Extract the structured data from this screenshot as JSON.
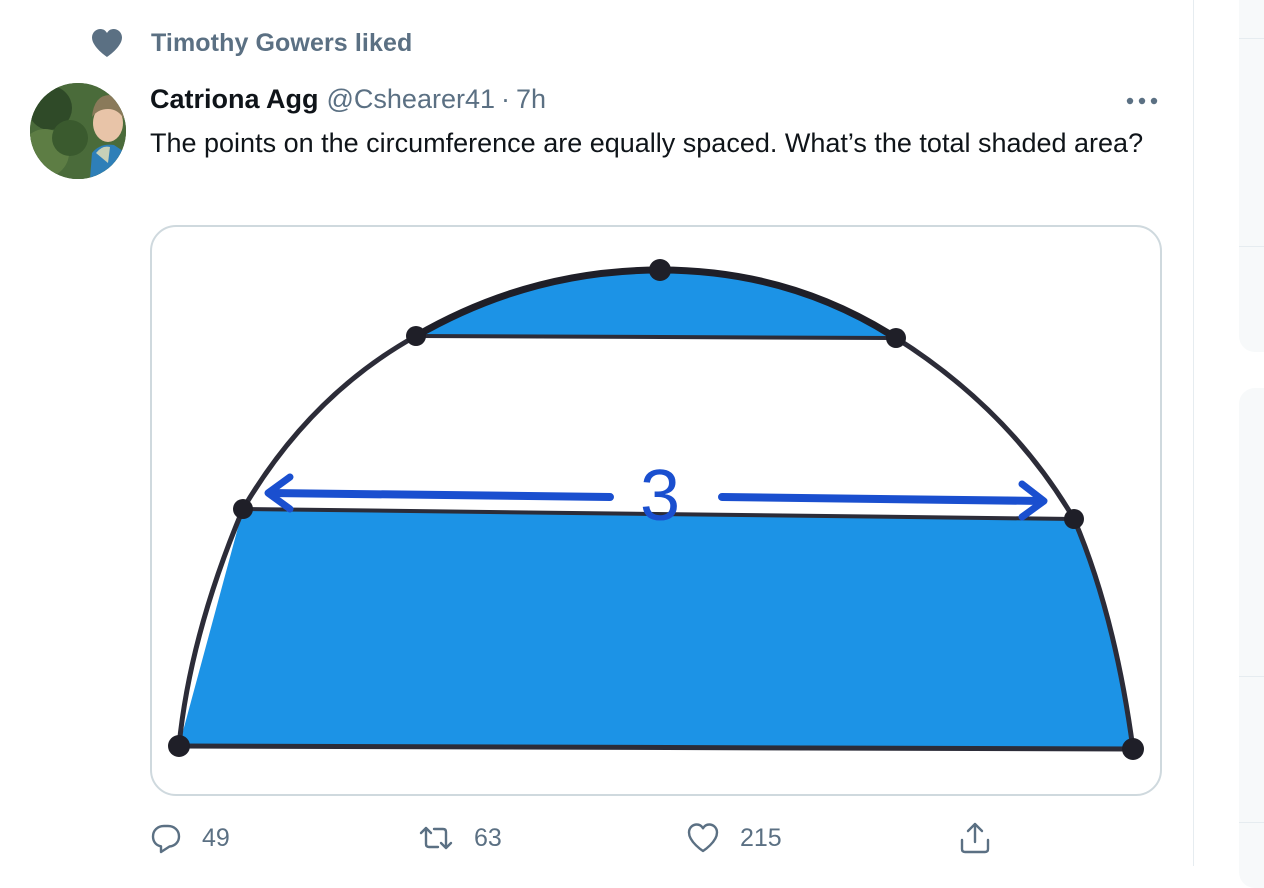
{
  "social_context": {
    "text": "Timothy Gowers liked",
    "icon": "heart-icon"
  },
  "tweet": {
    "author_name": "Catriona Agg",
    "handle": "@Cshearer41",
    "separator": "·",
    "time": "7h",
    "text": "The points on the circumference are equally spaced. What’s the total shaded area?",
    "media": {
      "label": "3"
    }
  },
  "actions": {
    "reply_count": "49",
    "retweet_count": "63",
    "like_count": "215"
  },
  "colors": {
    "accent_blue": "#1d9bf0",
    "shade_blue": "#1c93e6",
    "muted_text": "#5b7083",
    "ink": "#2c2c38"
  }
}
